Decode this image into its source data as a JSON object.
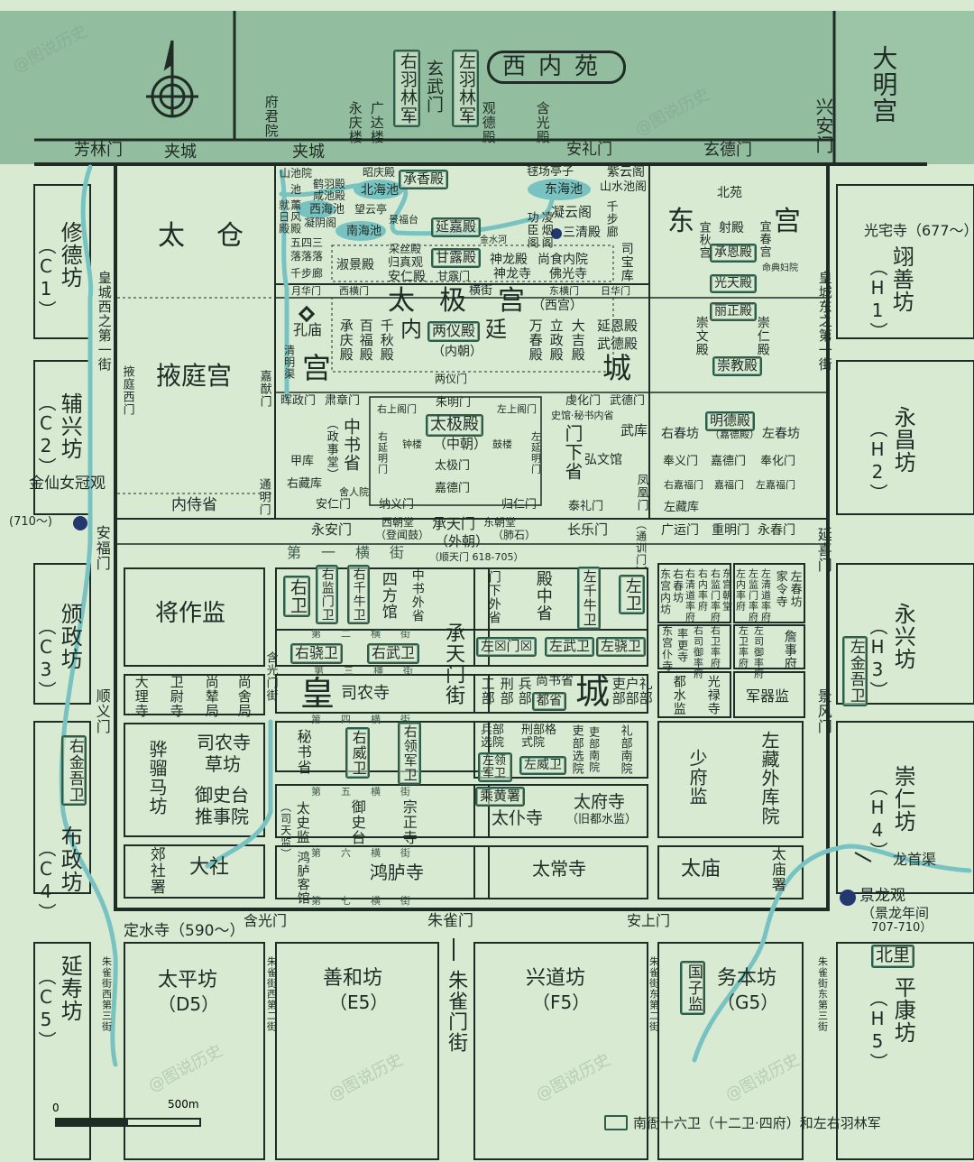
{
  "colors": {
    "background": "#d8ebd2",
    "north_band": "#93bd9f",
    "wall": "#1f2b25",
    "river": "#78c3c2",
    "guard_box": "#2f5d4a",
    "temple_marker": "#22386e"
  },
  "watermark": "@图说历史",
  "compass": "north-arrow-icon",
  "labels": {
    "top": [
      "西内苑",
      "右羽林军",
      "玄武门",
      "左羽林军",
      "大明宫",
      "府君院",
      "永庆楼",
      "广达楼",
      "观德殿",
      "含光殿",
      "兴安门",
      "芳林门",
      "夹城",
      "夹城",
      "安礼门",
      "玄德门"
    ],
    "west_wards": [
      "修德坊",
      "（C1）",
      "皇城西之第一街",
      "辅兴坊",
      "（C2）",
      "金仙女冠观",
      "(710～)",
      "安福门",
      "颁政坊",
      "（C3）",
      "顺义门",
      "右金吾卫",
      "布政坊",
      "（C4）",
      "延寿坊",
      "（C5）",
      "朱雀街西第三街",
      "定水寺（590～）",
      "太平坊",
      "（D5）",
      "朱雀街西第二街"
    ],
    "west_palace": [
      "太",
      "仓",
      "掖庭宫",
      "掖庭西门",
      "内侍省",
      "通明门",
      "嘉猷门",
      "孔庙",
      "清明渠"
    ],
    "taiji_north": [
      "山池院",
      "池",
      "鹤羽殿",
      "咸池殿",
      "北海池",
      "昭庆殿",
      "承香殿",
      "就日殿",
      "薰风殿",
      "西海池",
      "望云亭",
      "凝阴阁",
      "景福台",
      "延嘉殿",
      "南海池",
      "金水河",
      "毬场亭子",
      "紫云阁",
      "山水池阁",
      "东海池",
      "凝云阁",
      "功臣阁",
      "凌烟阁",
      "三清殿",
      "千步廊",
      "司宝库",
      "尚食内院",
      "神龙殿",
      "神龙寺",
      "佛光寺",
      "甘露殿",
      "甘露门",
      "采丝殿",
      "归真观",
      "安仁殿",
      "淑景殿",
      "五四三",
      "落落落",
      "千步廊",
      "月华门",
      "西横门",
      "横街",
      "东横门",
      "日华门"
    ],
    "taiji_main": [
      "太",
      "极",
      "宫",
      "宫",
      "城",
      "内",
      "廷",
      "（西宫）",
      "承庆殿",
      "百福殿",
      "千秋殿",
      "两仪殿",
      "（内朝）",
      "万春殿",
      "立政殿",
      "大吉殿",
      "延恩殿",
      "武德殿",
      "两仪门",
      "晖政门",
      "肃章门",
      "朱明门",
      "右上阁门",
      "左上阁门",
      "虔化门",
      "武德门",
      "史馆·秘书内省",
      "太极殿",
      "（中朝）",
      "钟楼",
      "鼓楼",
      "中书省",
      "（政事堂）",
      "右延明门",
      "左延明门",
      "门下省",
      "弘文馆",
      "武库",
      "甲库",
      "舍人院",
      "右藏库",
      "太极门",
      "嘉德门",
      "纳义门",
      "归仁门",
      "安仁门",
      "泰礼门",
      "长乐门",
      "永安门",
      "西朝堂",
      "（登闻鼓）",
      "承天门",
      "（外朝）",
      "（顺天门 618-705）",
      "东朝堂",
      "（肺石）",
      "凤凰门",
      "（通训门）"
    ],
    "east_palace": [
      "北苑",
      "东",
      "宫",
      "宜秋宫",
      "射殿",
      "宜春宫",
      "承恩殿",
      "命典妇院",
      "光天殿",
      "丽正殿",
      "崇文殿",
      "崇仁殿",
      "崇教殿",
      "明德殿",
      "（嘉德殿）",
      "右春坊",
      "左春坊",
      "奉义门",
      "嘉德门",
      "奉化门",
      "右嘉福门",
      "嘉福门",
      "左嘉福门",
      "左藏库",
      "广运门",
      "重明门",
      "永春门"
    ],
    "east_wards": [
      "光宅寺（677～）",
      "翊善坊",
      "（H1）",
      "皇城东之第一街",
      "永昌坊",
      "（H2）",
      "延喜门",
      "永兴坊",
      "（H3）",
      "左金吾卫",
      "景风门",
      "崇仁坊",
      "（H4）",
      "龙首渠",
      "景龙观",
      "（景龙年间",
      "707-710）",
      "北里",
      "平康坊",
      "（H5）",
      "朱雀街东第三街"
    ],
    "imperial_west": [
      "第一横街",
      "将作监",
      "大理寺",
      "卫尉寺",
      "尚辇局",
      "尚舍局",
      "含光门街",
      "骅骝马坊",
      "司农寺",
      "草坊",
      "御史台",
      "推事院",
      "郊社署",
      "大社",
      "右卫",
      "右监门卫",
      "右千牛卫",
      "四方馆",
      "中书外省",
      "第二横街",
      "右骁卫",
      "右武卫",
      "第三横街",
      "皇",
      "司农寺",
      "第四横街",
      "秘书省",
      "右威卫",
      "右领军卫",
      "第五横街",
      "太史监",
      "（司天监）",
      "御史台",
      "宗正寺",
      "第六横街",
      "鸿胪客馆",
      "鸿胪寺",
      "第七横街",
      "承天门街"
    ],
    "imperial_east": [
      "门下外省",
      "殿中省",
      "左千牛卫",
      "左卫",
      "左☒门☒",
      "左武卫",
      "左骁卫",
      "工部",
      "刑部",
      "兵部",
      "尚书省",
      "都省",
      "吏部",
      "户部",
      "礼部",
      "城",
      "兵部选院",
      "刑部格式院",
      "左领军卫",
      "左威卫",
      "吏部选院",
      "吏部南院",
      "礼部南院",
      "乘黄署",
      "太仆寺",
      "太府寺",
      "（旧都水监）",
      "太常寺",
      "东宫内坊",
      "右春坊",
      "右清道率府",
      "右内率府",
      "右监门率府",
      "东宫朝堂",
      "左内率府",
      "左监门率府",
      "左清道率府",
      "家令寺",
      "左春坊",
      "东宫仆寺",
      "率更寺",
      "右司御率府",
      "右卫率府",
      "左卫率府",
      "左司御率府",
      "詹事府",
      "都水监",
      "光禄寺",
      "军器监",
      "少府监",
      "左藏外库院",
      "太庙",
      "太庙署"
    ],
    "south": [
      "含光门",
      "朱雀门",
      "安上门",
      "善和坊",
      "（E5）",
      "朱雀门街",
      "兴道坊",
      "（F5）",
      "国子监",
      "务本坊",
      "（G5）",
      "朱雀街东第二街"
    ]
  },
  "scale": {
    "start": "0",
    "end": "500m"
  },
  "legend": "南衙十六卫（十二卫·四府）和左右羽林军"
}
